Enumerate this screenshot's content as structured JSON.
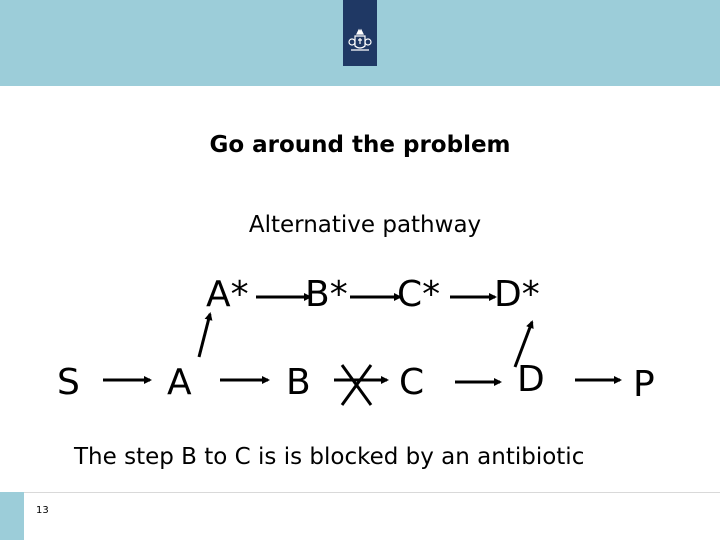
{
  "header": {
    "logo_icon": "royal-coat-of-arms-icon",
    "band_color": "#9ccdd9",
    "logo_color": "#1f3864"
  },
  "slide": {
    "title": "Go around the problem",
    "subtitle": "Alternative pathway",
    "caption": "The step B to C is is blocked by an antibiotic",
    "page_number": "13"
  },
  "diagram": {
    "main_path": [
      "S",
      "A",
      "B",
      "C",
      "D",
      "P"
    ],
    "alternative_path": [
      "A*",
      "B*",
      "C*",
      "D*"
    ],
    "blocked_step": "B to C",
    "block_mark": "X"
  }
}
